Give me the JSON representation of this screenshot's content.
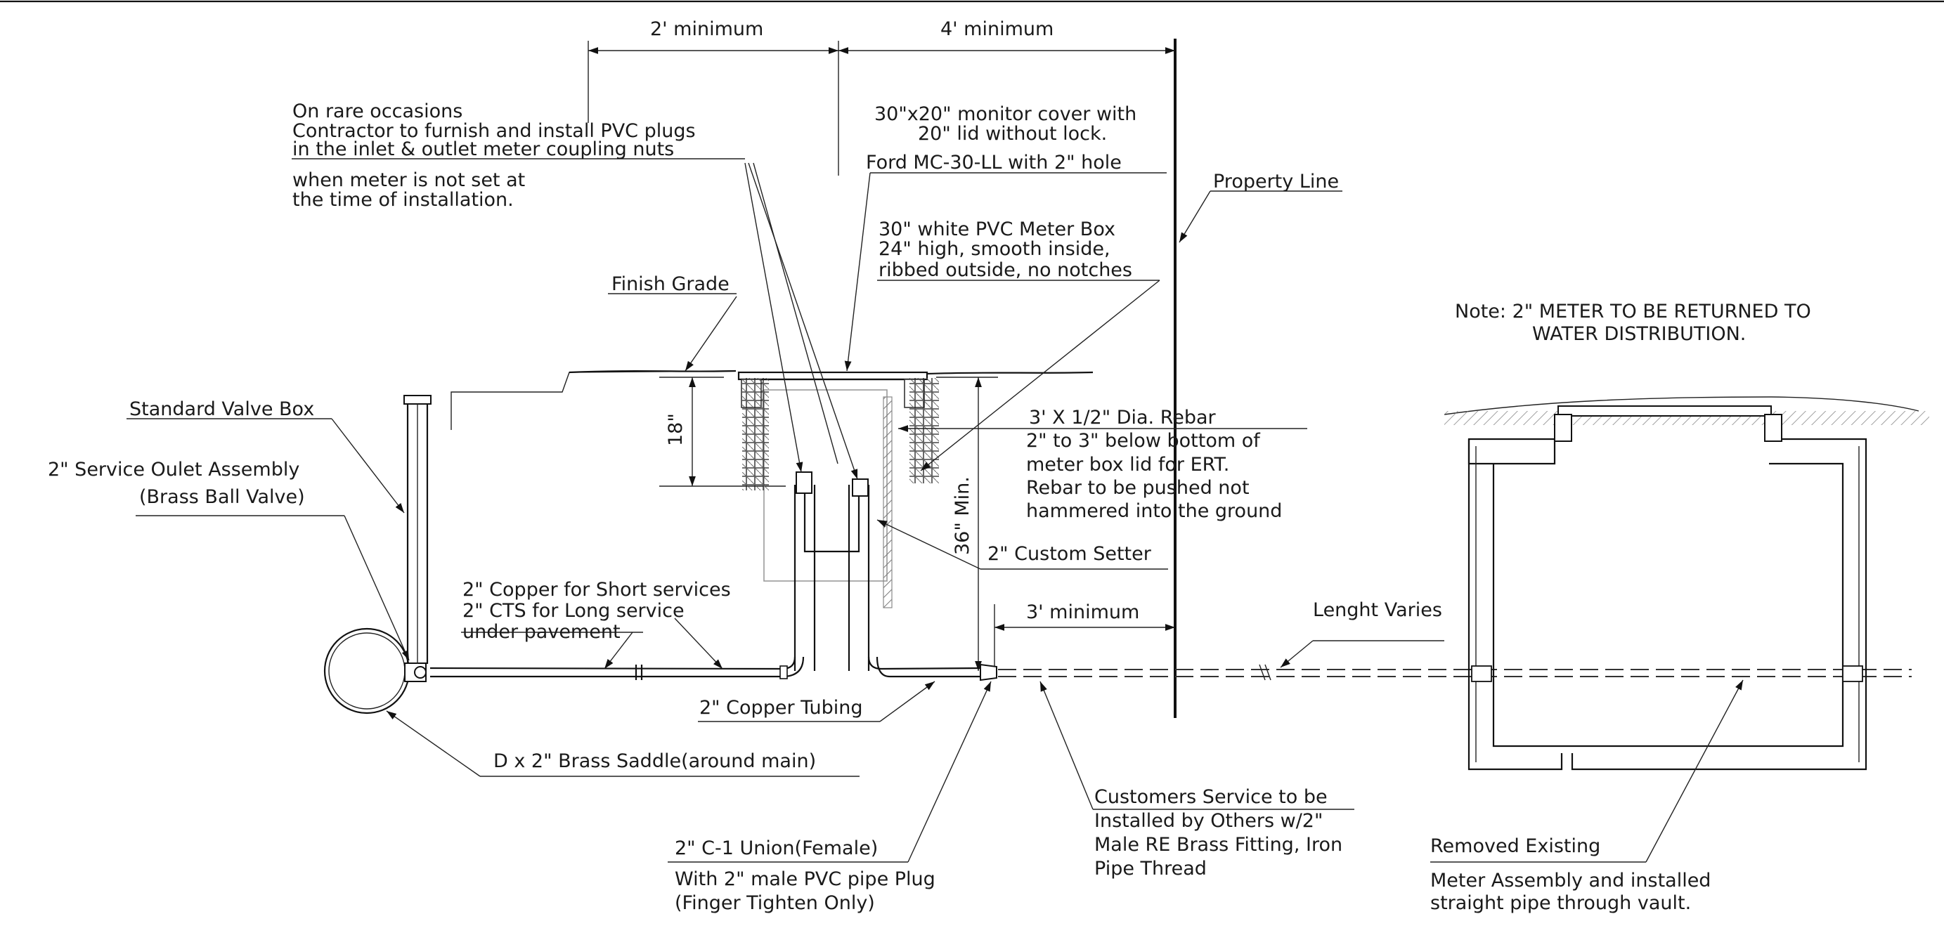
{
  "dimensions": {
    "two_min": "2' minimum",
    "four_min": "4' minimum",
    "three_min": "3' minimum",
    "eighteen": "18\"",
    "thirtysix": "36\" Min."
  },
  "callouts": {
    "rare_1": "On rare occasions",
    "rare_2": "Contractor to furnish and install PVC plugs",
    "rare_3": "in the inlet & outlet meter coupling nuts",
    "rare_4": "when meter is not set at",
    "rare_5": "the time of installation.",
    "cover_1": "30\"x20\" monitor cover with",
    "cover_2": "20\" lid without lock.",
    "cover_3": "Ford MC-30-LL with 2\" hole",
    "property_line": "Property Line",
    "box_1": "30\" white PVC Meter Box",
    "box_2": "24\" high, smooth inside,",
    "box_3": "ribbed outside, no notches",
    "finish_grade": "Finish Grade",
    "valve_box": "Standard Valve Box",
    "outlet_1": "2\" Service Oulet Assembly",
    "outlet_2": "(Brass Ball Valve)",
    "rebar_1": "3' X 1/2\" Dia. Rebar",
    "rebar_2": "2\" to 3\" below bottom of",
    "rebar_3": "meter box lid for ERT.",
    "rebar_4": "Rebar to be pushed not",
    "rebar_5": "hammered into the ground",
    "setter": "2\" Custom Setter",
    "copper_1": "2\" Copper for Short services",
    "copper_2": "2\" CTS for Long service",
    "copper_3": "under pavement",
    "length": "Lenght Varies",
    "tubing": "2\" Copper Tubing",
    "saddle": "D x 2\" Brass Saddle(around main)",
    "union_1": "2\" C-1 Union(Female)",
    "union_2": "With 2\" male PVC pipe Plug",
    "union_3": "(Finger Tighten Only)",
    "cust_1": "Customers Service to be",
    "cust_2": "Installed by Others w/2\"",
    "cust_3": "Male RE Brass Fitting, Iron",
    "cust_4": "Pipe Thread",
    "removed_1": "Removed Existing",
    "removed_2": "Meter Assembly and installed",
    "removed_3": "straight pipe through vault.",
    "note_1": "Note:  2\" METER TO BE RETURNED TO",
    "note_2": "WATER DISTRIBUTION."
  }
}
